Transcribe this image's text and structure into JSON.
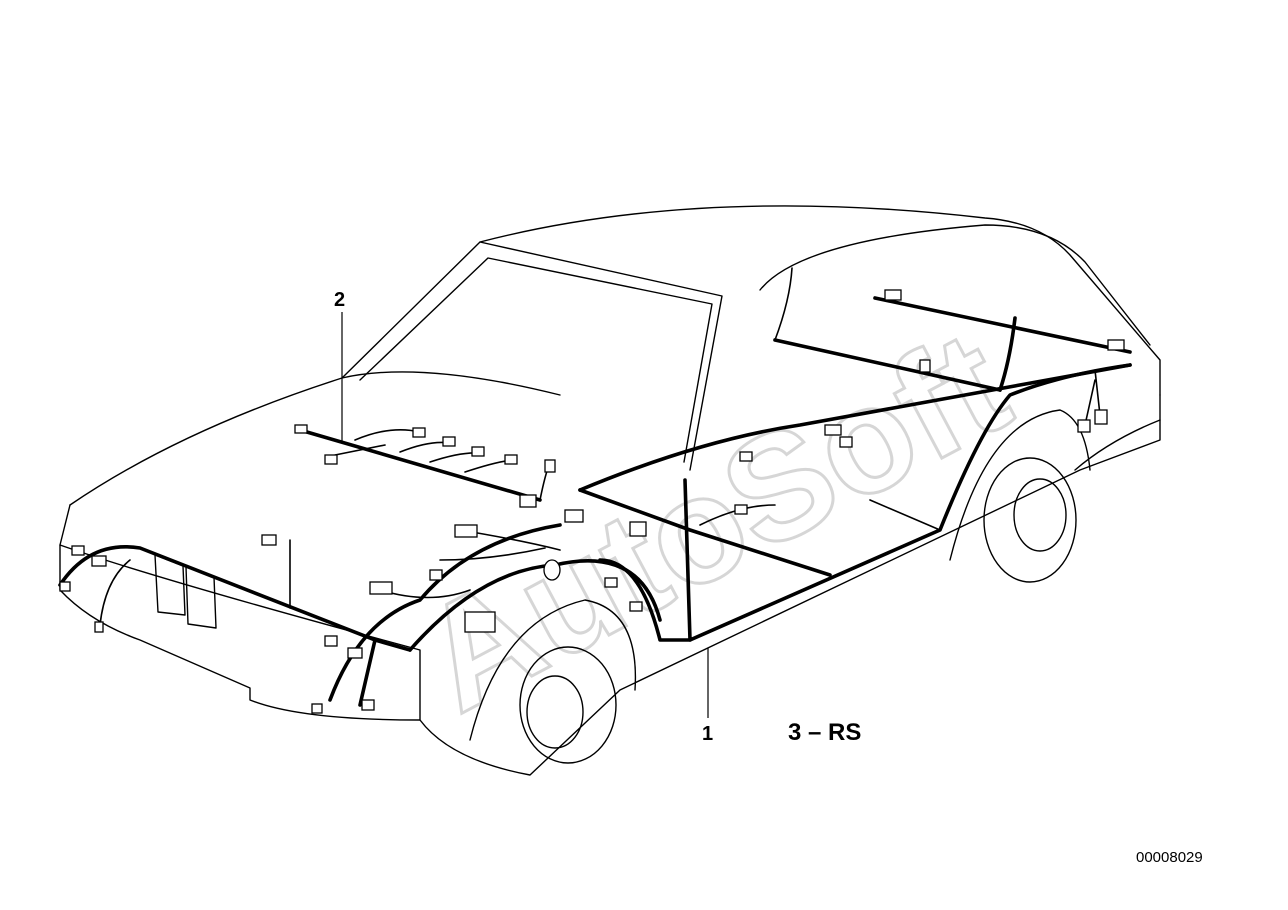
{
  "callouts": {
    "harness_main": "1",
    "harness_front": "2",
    "variant": "3 – RS"
  },
  "watermark": "AutoSoft",
  "part_number": "00008029",
  "colors": {
    "line": "#000000",
    "background": "#ffffff",
    "watermark": "#d6d6d6"
  }
}
